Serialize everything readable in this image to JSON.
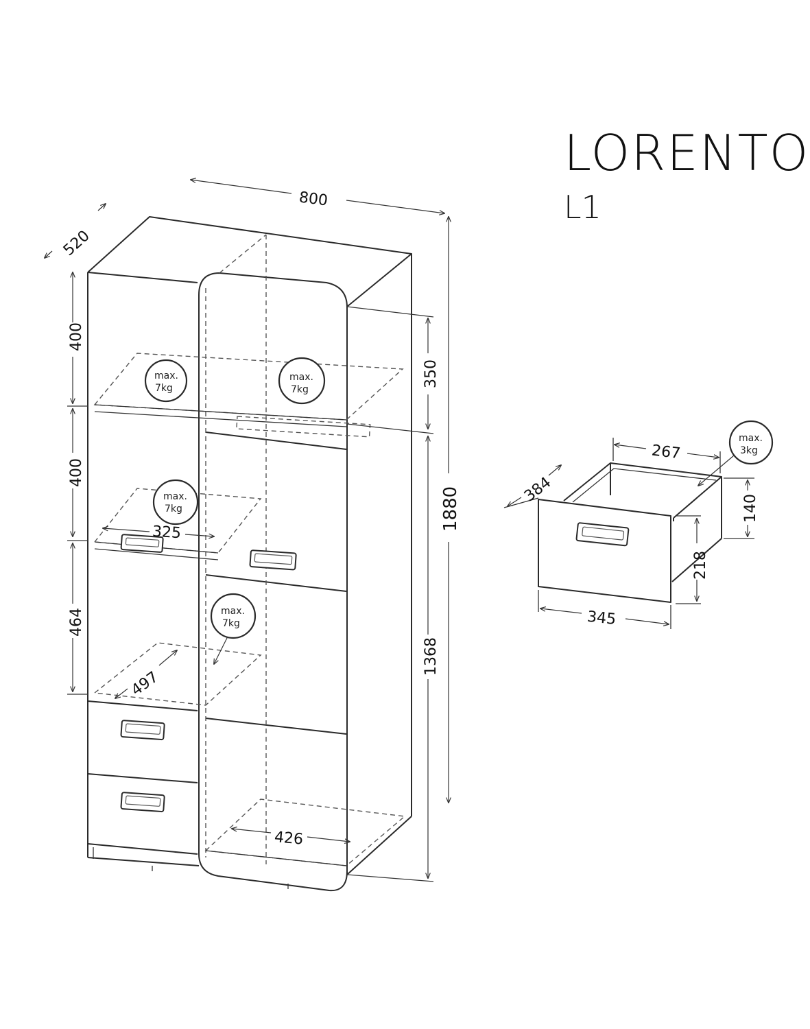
{
  "title": "LORENTO",
  "subtitle": "L1",
  "wardrobe": {
    "width": "800",
    "depth": "520",
    "height": "1880",
    "left_sections": [
      "400",
      "400",
      "464"
    ],
    "right_upper": "350",
    "right_lower": "1368",
    "shelf_width_left": "325",
    "shelf_depth": "497",
    "rail_width": "426",
    "load_badges": [
      {
        "max": "max.",
        "load": "7kg"
      },
      {
        "max": "max.",
        "load": "7kg"
      },
      {
        "max": "max.",
        "load": "7kg"
      },
      {
        "max": "max.",
        "load": "7kg"
      }
    ]
  },
  "drawer": {
    "inner_width": "267",
    "depth": "384",
    "inner_height": "140",
    "front_height": "218",
    "front_width": "345",
    "load_badge": {
      "max": "max.",
      "load": "3kg"
    }
  }
}
